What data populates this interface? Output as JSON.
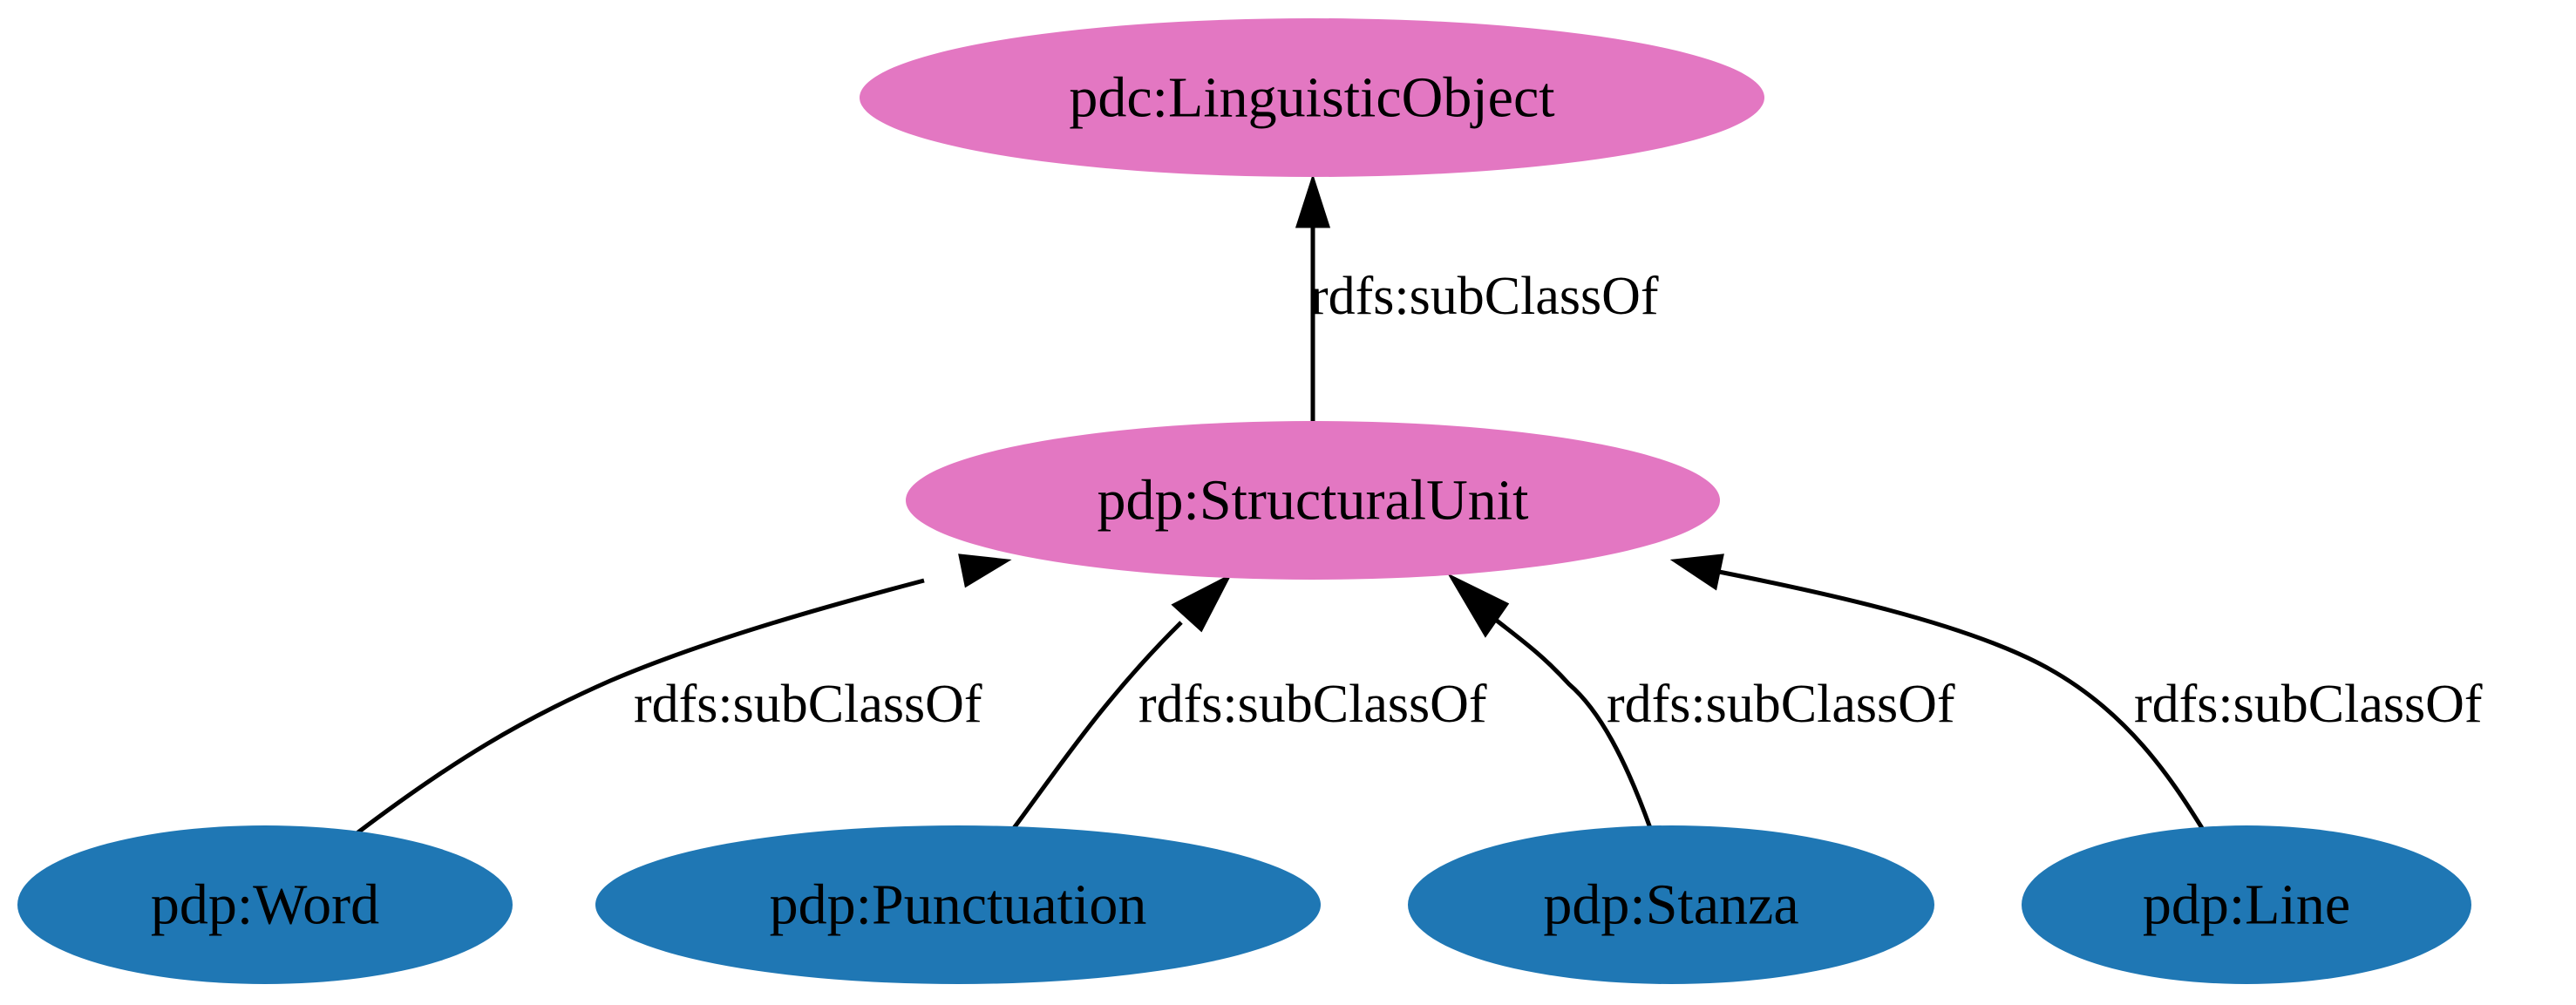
{
  "colors": {
    "parent_class_fill": "#e377c2",
    "child_class_fill": "#1f77b4",
    "edge": "#000000",
    "text": "#000000"
  },
  "nodes": {
    "linguistic_object": {
      "label": "pdc:LinguisticObject"
    },
    "structural_unit": {
      "label": "pdp:StructuralUnit"
    },
    "word": {
      "label": "pdp:Word"
    },
    "punctuation": {
      "label": "pdp:Punctuation"
    },
    "stanza": {
      "label": "pdp:Stanza"
    },
    "line": {
      "label": "pdp:Line"
    }
  },
  "edges": [
    {
      "from": "pdp:StructuralUnit",
      "to": "pdc:LinguisticObject",
      "label": "rdfs:subClassOf"
    },
    {
      "from": "pdp:Word",
      "to": "pdp:StructuralUnit",
      "label": "rdfs:subClassOf"
    },
    {
      "from": "pdp:Punctuation",
      "to": "pdp:StructuralUnit",
      "label": "rdfs:subClassOf"
    },
    {
      "from": "pdp:Stanza",
      "to": "pdp:StructuralUnit",
      "label": "rdfs:subClassOf"
    },
    {
      "from": "pdp:Line",
      "to": "pdp:StructuralUnit",
      "label": "rdfs:subClassOf"
    }
  ]
}
